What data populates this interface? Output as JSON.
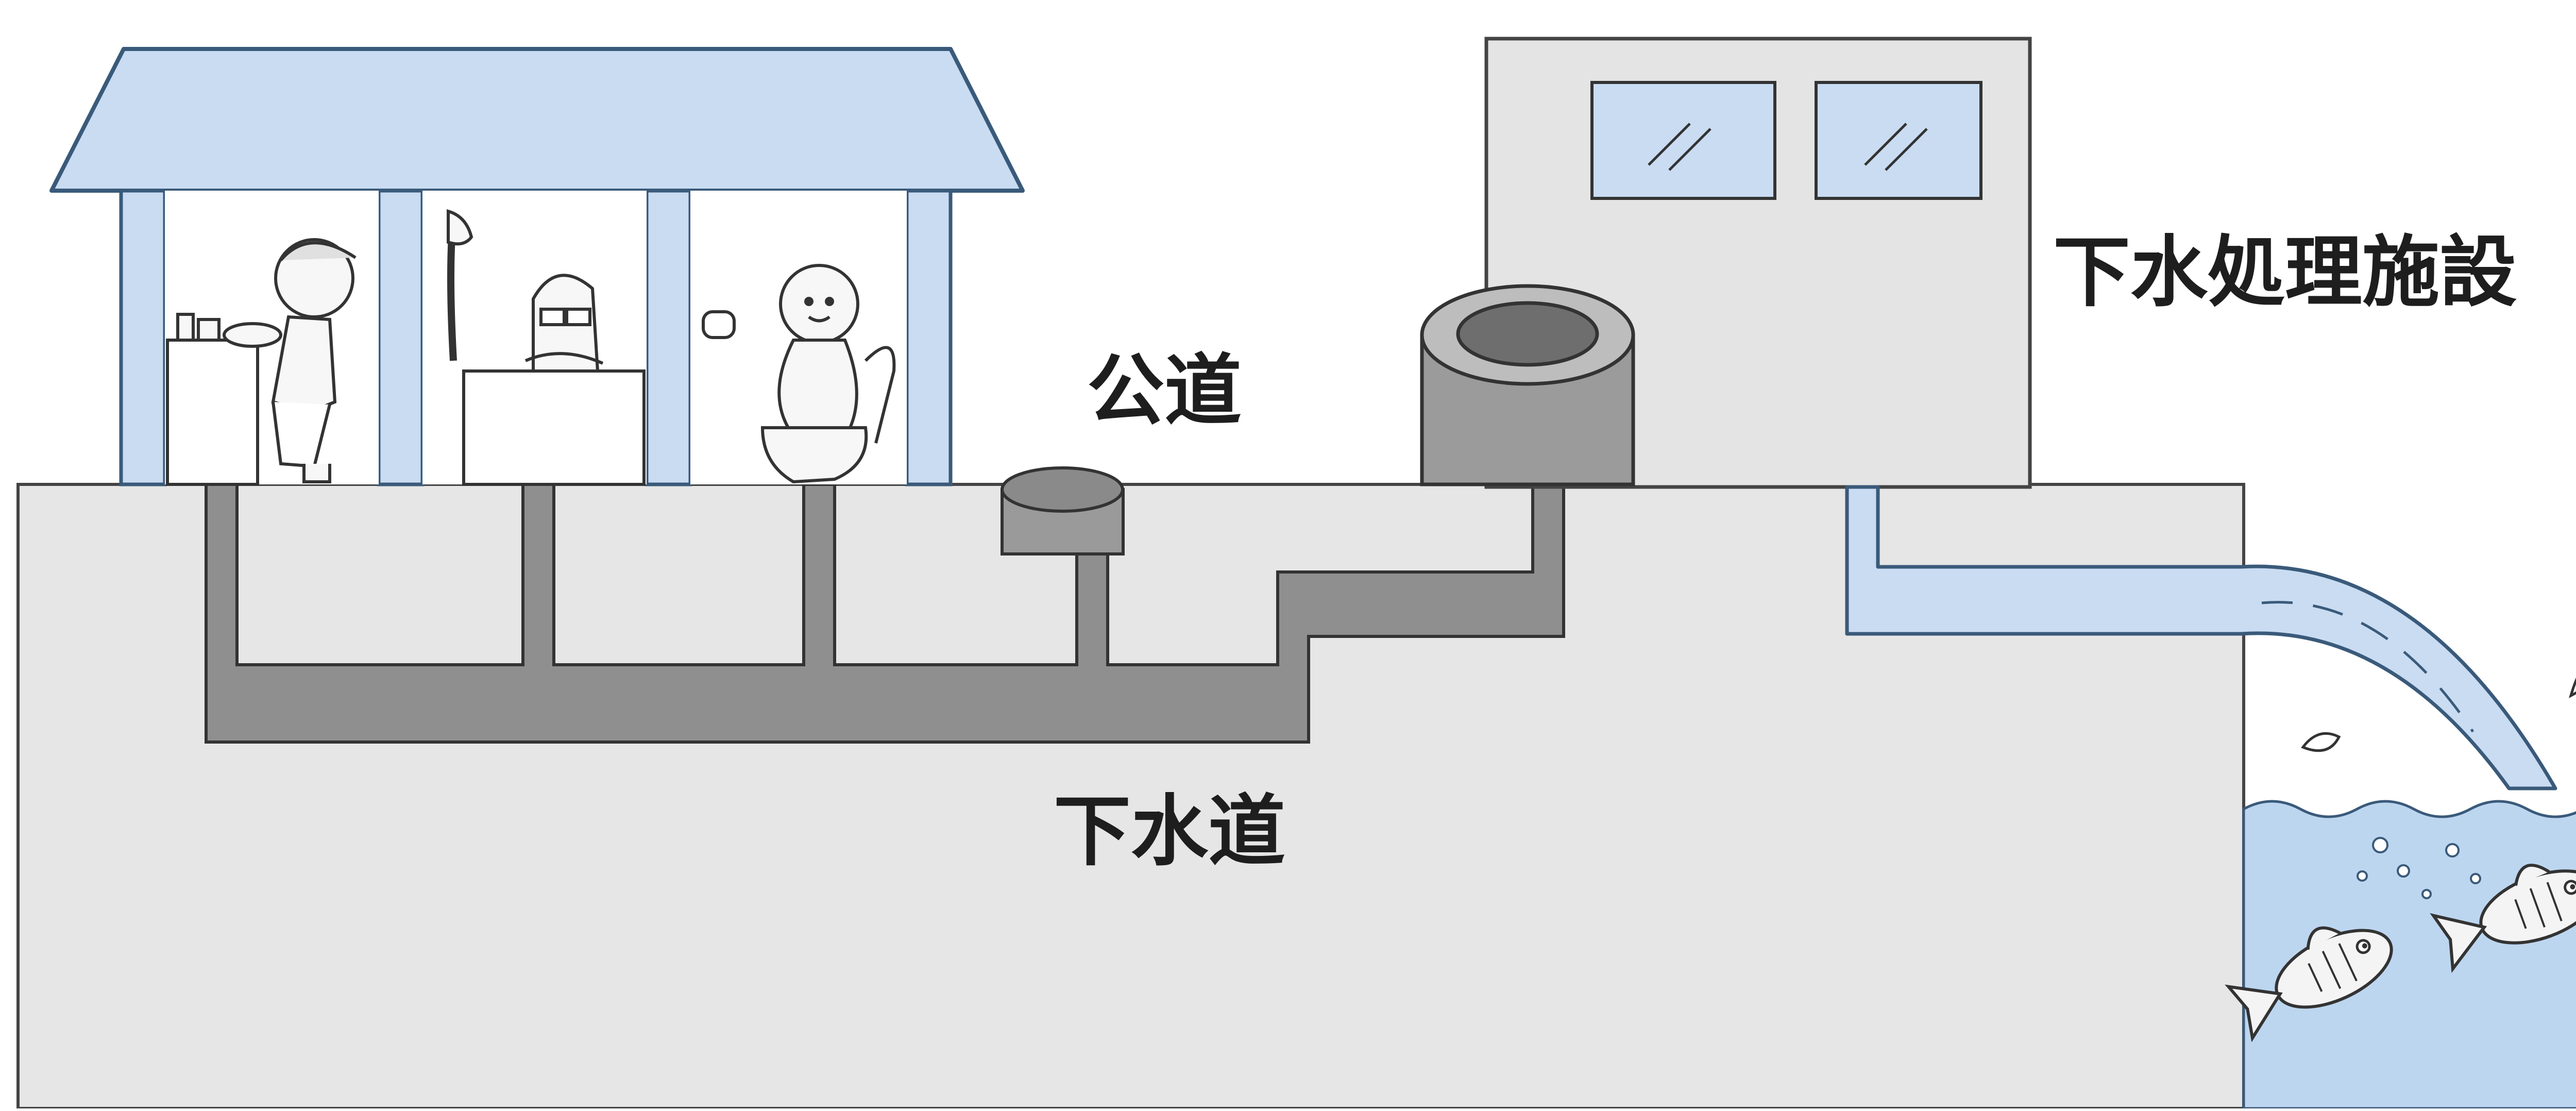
{
  "labels": {
    "public_road": "公道",
    "sewer": "下水道",
    "treatment_facility": "下水処理施設"
  },
  "colors": {
    "building_blue": "#c9dcf2",
    "ground_gray": "#e6e6e6",
    "pipe_gray": "#8f8f8f",
    "facility_gray": "#e4e4e4",
    "water_blue": "#bdd6f0",
    "outline": "#3a3a3a"
  },
  "icons": [
    "house-building",
    "person-washing-dishes",
    "person-showering",
    "child-on-toilet",
    "manhole",
    "treatment-tank",
    "treated-water-outflow",
    "fish"
  ]
}
